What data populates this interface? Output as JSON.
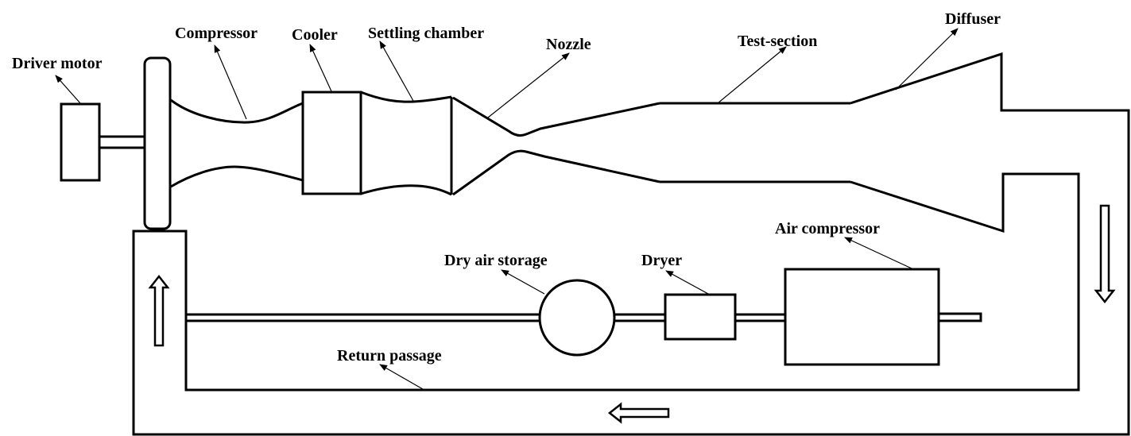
{
  "diagram": {
    "title": "Closed-circuit wind tunnel schematic",
    "labels": {
      "driver_motor": "Driver motor",
      "compressor": "Compressor",
      "cooler": "Cooler",
      "settling_chamber": "Settling chamber",
      "nozzle": "Nozzle",
      "test_section": "Test-section",
      "diffuser": "Diffuser",
      "air_compressor": "Air compressor",
      "dryer": "Dryer",
      "dry_air_storage": "Dry air storage",
      "return_passage": "Return passage"
    },
    "flow_arrows": [
      "up",
      "down",
      "left"
    ],
    "colors": {
      "line": "#000000",
      "background": "#ffffff"
    }
  }
}
